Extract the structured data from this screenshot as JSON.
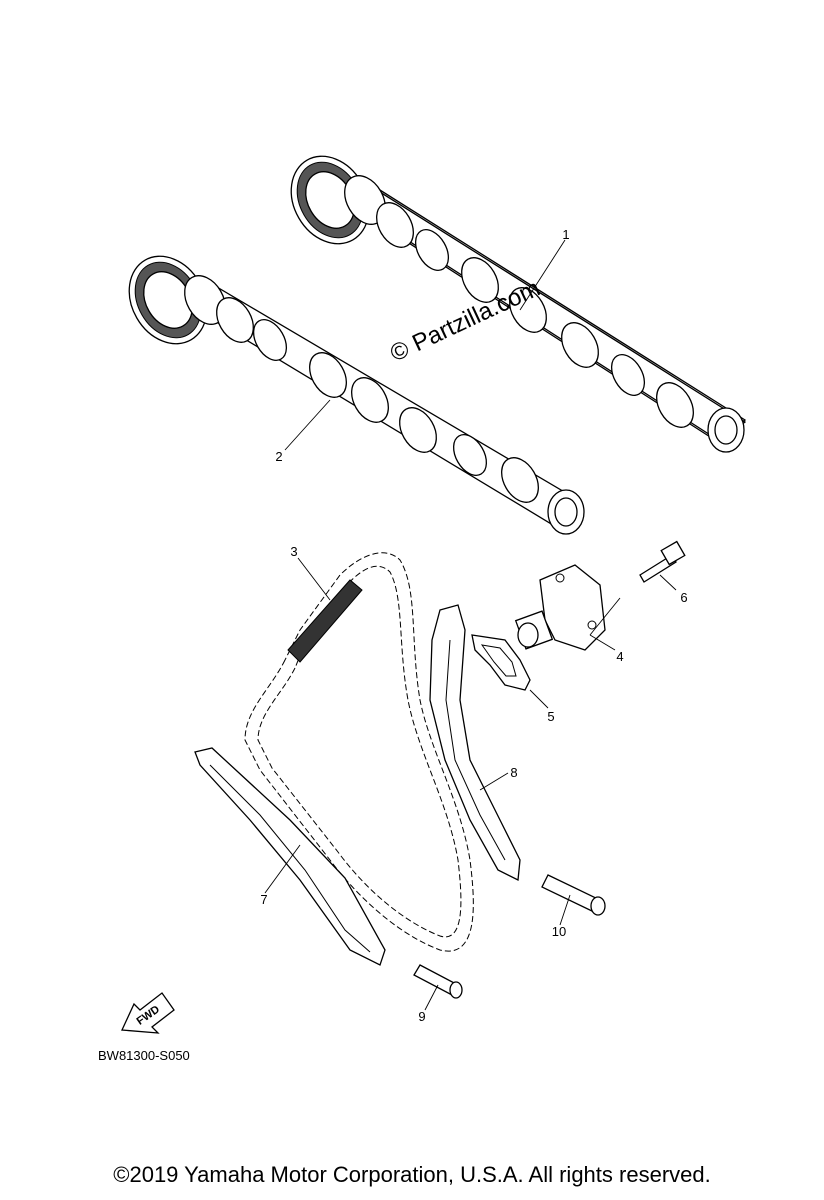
{
  "diagram": {
    "callouts": [
      {
        "id": "1",
        "label": "1"
      },
      {
        "id": "2",
        "label": "2"
      },
      {
        "id": "3",
        "label": "3"
      },
      {
        "id": "4",
        "label": "4"
      },
      {
        "id": "5",
        "label": "5"
      },
      {
        "id": "6",
        "label": "6"
      },
      {
        "id": "7",
        "label": "7"
      },
      {
        "id": "8",
        "label": "8"
      },
      {
        "id": "9",
        "label": "9"
      },
      {
        "id": "10",
        "label": "10"
      }
    ],
    "fwd_label": "FWD",
    "drawing_code": "BW81300-S050",
    "watermark": "© Partzilla.com"
  },
  "footer": {
    "copyright": "©2019  Yamaha Motor Corporation, U.S.A. All rights reserved."
  }
}
